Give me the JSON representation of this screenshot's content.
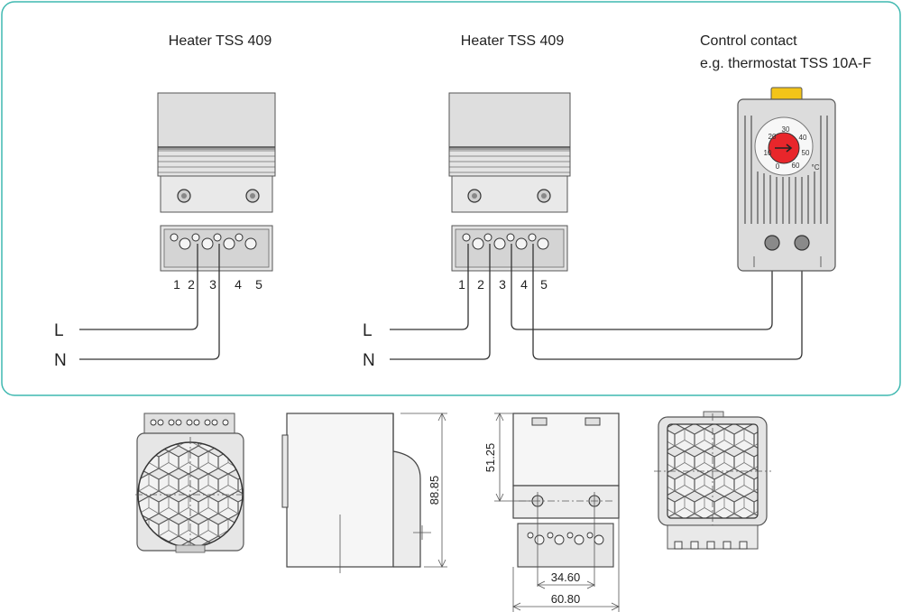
{
  "wiring": {
    "left_title": "Heater TSS 409",
    "middle_title": "Heater TSS 409",
    "control_title_line1": "Control contact",
    "control_title_line2": "e.g. thermostat TSS 10A-F",
    "terminals_left": [
      "1",
      "2",
      "3",
      "4",
      "5"
    ],
    "terminals_middle": [
      "1",
      "2",
      "3",
      "4",
      "5"
    ],
    "line_label": "L",
    "neutral_label": "N",
    "line_label_2": "L",
    "neutral_label_2": "N",
    "dial_scale": [
      "0",
      "10",
      "20",
      "30",
      "40",
      "50",
      "60"
    ],
    "dial_unit": "°C"
  },
  "dimensions": {
    "height": "88.85",
    "upper_height": "51.25",
    "mount_spacing": "34.60",
    "width": "60.80"
  },
  "colors": {
    "frame_border": "#3fb8b0",
    "dial_red": "#e8262b",
    "clip_yellow": "#f3c418",
    "body_gray": "#dcdcdc",
    "line": "#333333"
  }
}
